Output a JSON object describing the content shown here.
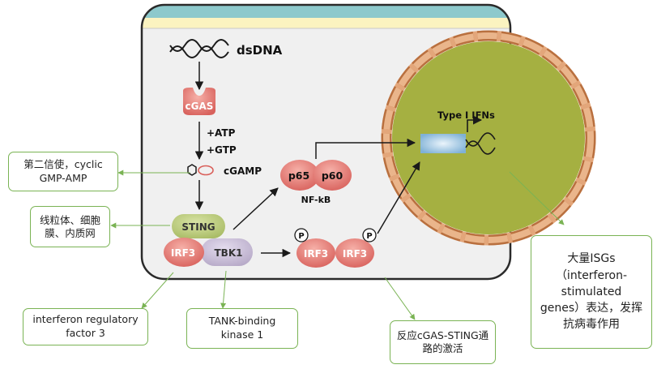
{
  "diagram": {
    "nodes": {
      "dsdna": "dsDNA",
      "cgas": "cGAS",
      "atp": "+ATP",
      "gtp": "+GTP",
      "cgamp": "cGAMP",
      "sting": "STING",
      "irf3": "IRF3",
      "tbk1": "TBK1",
      "p65": "p65",
      "p60": "p60",
      "nfkb": "NF-kB",
      "irf3_p1": "IRF3",
      "irf3_p2": "IRF3",
      "phospho": "P",
      "type_ifn": "Type I IFNs"
    },
    "annotations": {
      "second_messenger": "第二信使，cyclic GMP-AMP",
      "organelles": "线粒体、细胞膜、内质网",
      "irf3_full": "interferon regulatory factor 3",
      "tbk1_full": "TANK-binding kinase 1",
      "activation": "反应cGAS-STING通路的激活",
      "isgs": "大量ISGs（interferon-stimulated genes）表达，发挥抗病毒作用"
    },
    "colors": {
      "cell_fill": "#f0f0f0",
      "cell_border": "#2a2a2a",
      "cell_top_band": "#8dc9cc",
      "cell_top_band2": "#fbf3c0",
      "nucleus_fill": "#a5b041",
      "nucleus_border": "#d18a58",
      "protein_salmon": "#e06d68",
      "sting_green": "#b8c97a",
      "tbk1_lavender": "#c9bfd6",
      "callout_border": "#7ab354"
    }
  }
}
